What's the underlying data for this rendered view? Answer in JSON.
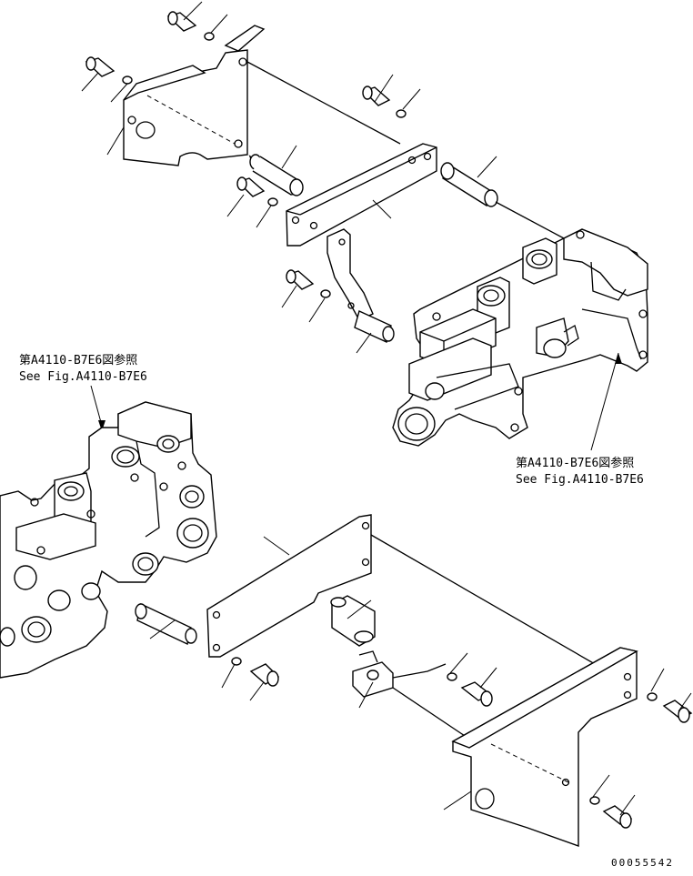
{
  "references": [
    {
      "jp": "第A4110-B7E6図参照",
      "en": "See Fig.A4110-B7E6"
    },
    {
      "jp": "第A4110-B7E6図参照",
      "en": "See Fig.A4110-B7E6"
    }
  ],
  "drawing_number": "00055542"
}
